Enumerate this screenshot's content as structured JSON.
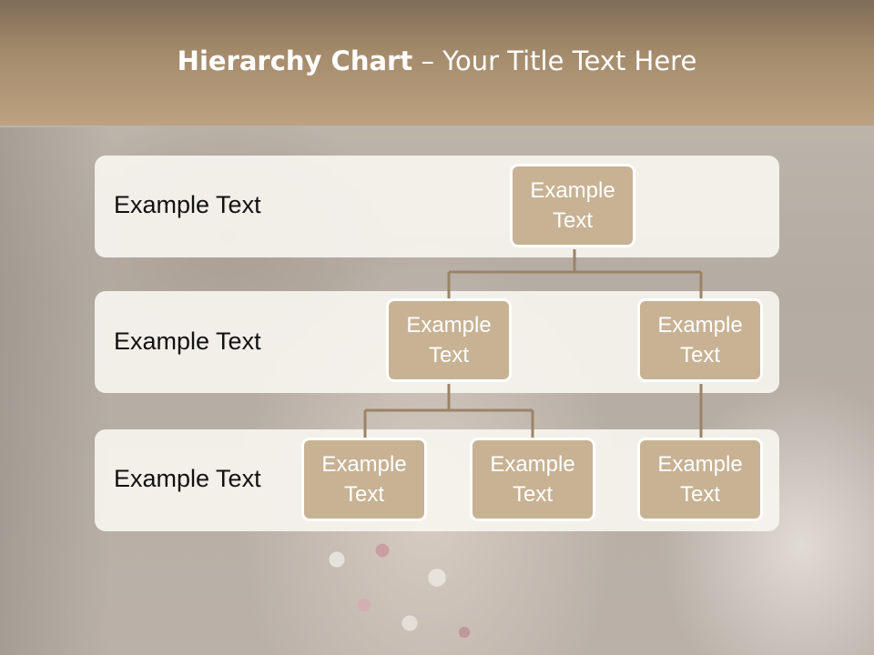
{
  "slide": {
    "title_bold": "Hierarchy Chart",
    "title_sep": " – ",
    "title_rest": "Your Title Text Here"
  },
  "levels": [
    {
      "label": "Example Text"
    },
    {
      "label": "Example Text"
    },
    {
      "label": "Example Text"
    }
  ],
  "nodes": {
    "root": "Example Text",
    "l2_left": "Example Text",
    "l2_right": "Example Text",
    "l3_left": "Example Text",
    "l3_middle": "Example Text",
    "l3_right": "Example Text"
  },
  "colors": {
    "header": "#a58c6c",
    "node_fill": "#c7b293",
    "node_border": "#ffffff",
    "connector": "#9a8466",
    "row_fill": "#f7f4ef"
  }
}
